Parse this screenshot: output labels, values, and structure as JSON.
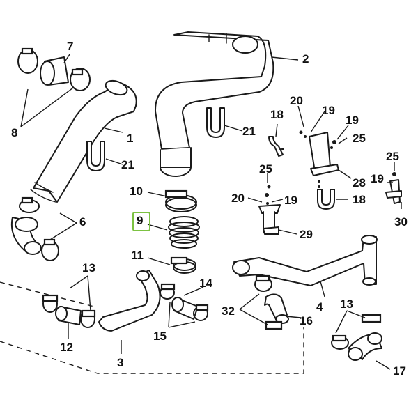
{
  "highlight_color": "#7cc242",
  "highlighted_label": "9",
  "labels": {
    "p1": "1",
    "p2": "2",
    "p3": "3",
    "p4": "4",
    "p6": "6",
    "p7": "7",
    "p8": "8",
    "p9": "9",
    "p10": "10",
    "p11": "11",
    "p12": "12",
    "p13a": "13",
    "p13b": "13",
    "p14": "14",
    "p15": "15",
    "p16": "16",
    "p17": "17",
    "p18a": "18",
    "p18b": "18",
    "p19a": "19",
    "p19b": "19",
    "p19c": "19",
    "p19d": "19",
    "p20a": "20",
    "p20b": "20",
    "p21a": "21",
    "p21b": "21",
    "p25a": "25",
    "p25b": "25",
    "p25c": "25",
    "p28": "28",
    "p29": "29",
    "p30": "30",
    "p32": "32"
  }
}
